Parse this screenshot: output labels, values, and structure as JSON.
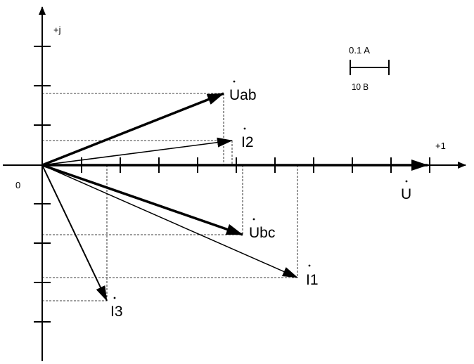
{
  "axes": {
    "real_label": "+1",
    "imag_label": "+j",
    "origin_label": "0"
  },
  "scale": {
    "current_label": "0.1 A",
    "voltage_label": "10 B"
  },
  "vectors": {
    "uab": {
      "name": "Uab",
      "value": "Uab"
    },
    "i2": {
      "name": "I2",
      "value": "I2"
    },
    "u": {
      "name": "U",
      "value": "U"
    },
    "ubc": {
      "name": "Ubc",
      "value": "Ubc"
    },
    "i1": {
      "name": "I1",
      "value": "I1"
    },
    "i3": {
      "name": "I3",
      "value": "I3"
    }
  },
  "colors": {
    "ink": "#000000",
    "background": "#ffffff"
  }
}
